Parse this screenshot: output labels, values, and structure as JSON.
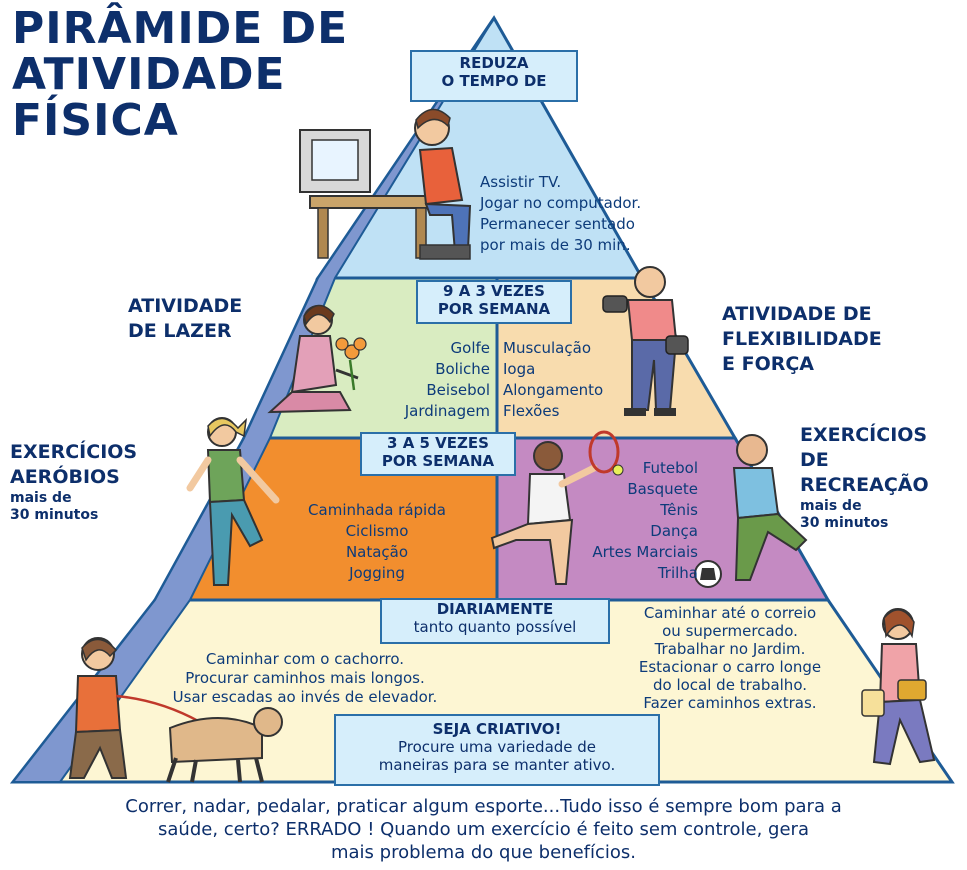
{
  "title": [
    "PIRÂMIDE DE",
    "ATIVIDADE",
    "FÍSICA"
  ],
  "top": {
    "box": [
      "REDUZA",
      "O TEMPO DE"
    ],
    "items": [
      "Assistir TV.",
      "Jogar no computador.",
      "Permanecer sentado",
      "por mais de 30 min."
    ]
  },
  "tier2": {
    "box": [
      "9 A 3 VEZES",
      "POR SEMANA"
    ],
    "left_label": [
      "ATIVIDADE",
      "DE LAZER"
    ],
    "right_label": [
      "ATIVIDADE DE",
      "FLEXIBILIDADE",
      "E FORÇA"
    ],
    "left_items": [
      "Golfe",
      "Boliche",
      "Beisebol",
      "Jardinagem"
    ],
    "right_items": [
      "Musculação",
      "Ioga",
      "Alongamento",
      "Flexões"
    ]
  },
  "tier3": {
    "box": [
      "3 A 5 VEZES",
      "POR SEMANA"
    ],
    "left_label": [
      "EXERCÍCIOS",
      "AERÓBIOS"
    ],
    "left_sub": [
      "mais de",
      "30 minutos"
    ],
    "right_label": [
      "EXERCÍCIOS",
      "DE",
      "RECREAÇÃO"
    ],
    "right_sub": [
      "mais de",
      "30 minutos"
    ],
    "left_items": [
      "Caminhada rápida",
      "Ciclismo",
      "Natação",
      "Jogging"
    ],
    "right_items": [
      "Futebol",
      "Basquete",
      "Tênis",
      "Dança",
      "Artes Marciais",
      "Trilha"
    ]
  },
  "base": {
    "box_title": "DIARIAMENTE",
    "box_text": "tanto quanto possível",
    "left_items": [
      "Caminhar com o cachorro.",
      "Procurar caminhos mais longos.",
      "Usar escadas ao invés de elevador."
    ],
    "right_items": [
      "Caminhar até o correio",
      "ou supermercado.",
      "Trabalhar no Jardim.",
      "Estacionar o carro longe",
      "do local de trabalho.",
      "Fazer caminhos extras."
    ],
    "creative_title": "SEJA CRIATIVO!",
    "creative_text": [
      "Procure uma variedade de",
      "maneiras para se manter ativo."
    ]
  },
  "footer": [
    "Correr, nadar, pedalar, praticar algum esporte...Tudo isso é sempre bom para a",
    "saúde, certo? ERRADO ! Quando um exercício é feito sem controle, gera",
    "mais problema do que benefícios."
  ],
  "colors": {
    "outline": "#1e5b96",
    "top_fill": "#bfe1f5",
    "leisure_fill": "#d9ecc1",
    "strength_fill": "#f8dcae",
    "aerobic_fill": "#f28e2e",
    "recreation_fill": "#c48ac2",
    "base_fill": "#fdf6d3",
    "side_face": "#7f97cf",
    "text": "#0d2f6b"
  }
}
